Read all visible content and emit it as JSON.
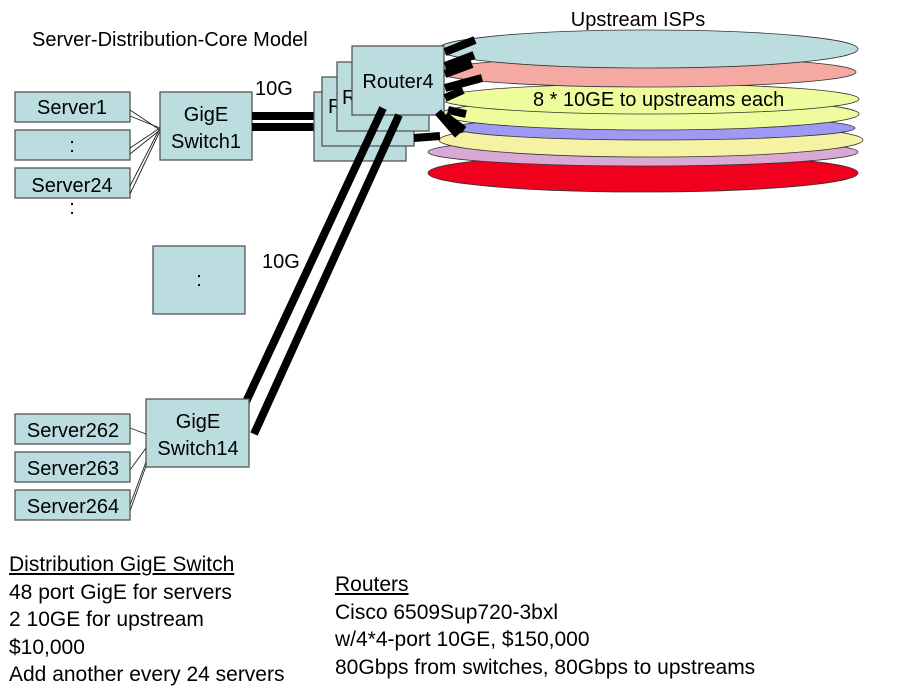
{
  "title": "Server-Distribution-Core Model",
  "upstream": {
    "label": "Upstream ISPs",
    "ports_label": "8 * 10GE to upstreams each",
    "ellipse_colors": [
      "#bcdde0",
      "#f4a9a3",
      "#eefc9e",
      "#eefc9e",
      "#9d99f5",
      "#f5f2a3",
      "#d9a9d6",
      "#f0001c"
    ]
  },
  "link_labels": {
    "top": "10G",
    "bottom": "10G"
  },
  "servers_top": [
    "Server1",
    ":",
    "Server24"
  ],
  "servers_top_ellipsis": ":",
  "switch_top": {
    "line1": "GigE",
    "line2": "Switch1"
  },
  "switch_middle": {
    "label": ":"
  },
  "servers_bottom": [
    "Server262",
    "Server263",
    "Server264"
  ],
  "switch_bottom": {
    "line1": "GigE",
    "line2": "Switch14"
  },
  "routers": {
    "front": "Router4",
    "back_partial": [
      "R",
      "R",
      "R"
    ]
  },
  "notes_switch": {
    "heading": "Distribution GigE Switch",
    "lines": [
      "48 port GigE for servers",
      "2 10GE for upstream",
      "$10,000",
      "Add another every 24 servers"
    ]
  },
  "notes_routers": {
    "heading": "Routers",
    "lines": [
      "Cisco 6509Sup720-3bxl",
      "w/4*4-port 10GE, $150,000",
      "80Gbps from switches, 80Gbps to upstreams"
    ]
  }
}
